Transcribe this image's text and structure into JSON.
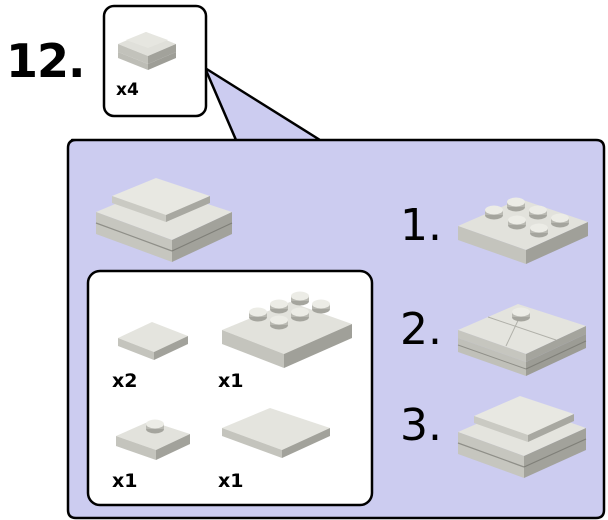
{
  "step": {
    "number": "12."
  },
  "submodel": {
    "multiplier": "x4"
  },
  "parts_list": {
    "items": [
      {
        "part": "flat tile 1x2",
        "quantity": "x2"
      },
      {
        "part": "plate 2x3",
        "quantity": "x1"
      },
      {
        "part": "plate 1x2 with stud",
        "quantity": "x1"
      },
      {
        "part": "flat tile 2x2",
        "quantity": "x1"
      }
    ]
  },
  "substeps": [
    {
      "label": "1."
    },
    {
      "label": "2."
    },
    {
      "label": "3."
    }
  ],
  "colors": {
    "callout_fill": "#ccccf0",
    "frame_stroke": "#000000",
    "brick_light": "#e2e2dc",
    "brick_mid": "#c4c4bd",
    "brick_dark": "#9c9c95"
  }
}
